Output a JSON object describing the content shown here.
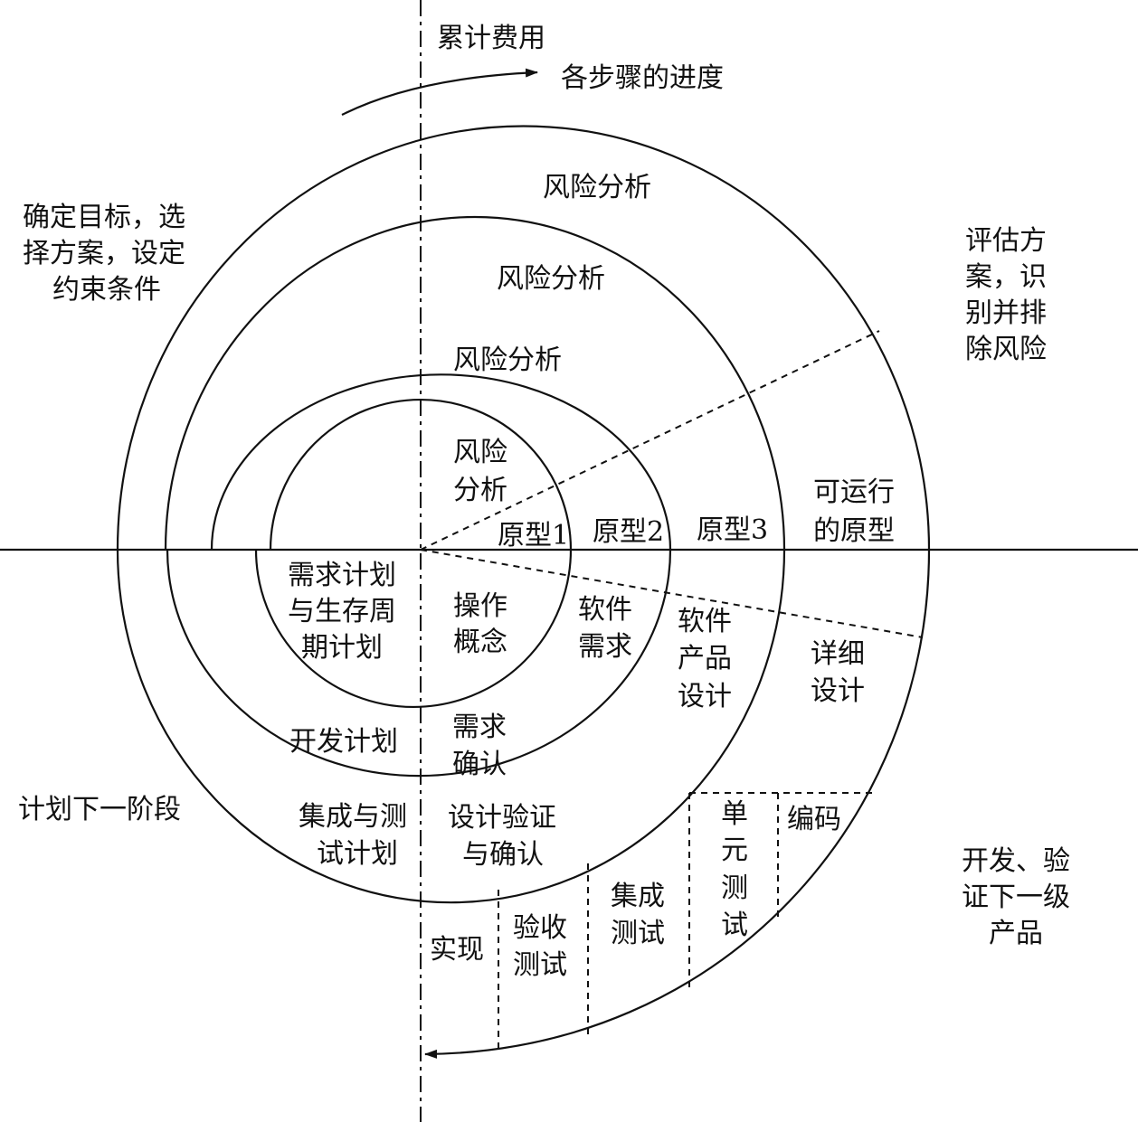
{
  "top": {
    "cumulative_cost": "累计费用",
    "progress": "各步骤的进度"
  },
  "quadrants": {
    "top_left": [
      "确定目标，选",
      "择方案，设定",
      "约束条件"
    ],
    "top_right": [
      "评估方",
      "案，识",
      "别并排",
      "除风险"
    ],
    "bottom_left": "计划下一阶段",
    "bottom_right": [
      "开发、验",
      "证下一级",
      "产品"
    ]
  },
  "risk_analysis": {
    "outer": "风险分析",
    "second": "风险分析",
    "third": "风险分析",
    "inner": [
      "风险",
      "分析"
    ]
  },
  "prototypes": {
    "p1": "原型1",
    "p2": "原型2",
    "p3": "原型3",
    "operational": [
      "可运行",
      "的原型"
    ]
  },
  "lower_left": {
    "requirements_plan": [
      "需求计划",
      "与生存周",
      "期计划"
    ],
    "development_plan": "开发计划",
    "integration_test_plan": [
      "集成与测",
      "试计划"
    ]
  },
  "lower_right": {
    "operation_concept": [
      "操作",
      "概念"
    ],
    "software_requirements": [
      "软件",
      "需求"
    ],
    "software_product_design": [
      "软件",
      "产品",
      "设计"
    ],
    "detailed_design": [
      "详细",
      "设计"
    ],
    "requirements_validation": [
      "需求",
      "确认"
    ],
    "design_verification": [
      "设计验证",
      "与确认"
    ],
    "coding": "编码",
    "unit_test": [
      "单",
      "元",
      "测",
      "试"
    ],
    "integration_test": [
      "集成",
      "测试"
    ],
    "acceptance_test": [
      "验收",
      "测试"
    ],
    "implementation": "实现"
  }
}
